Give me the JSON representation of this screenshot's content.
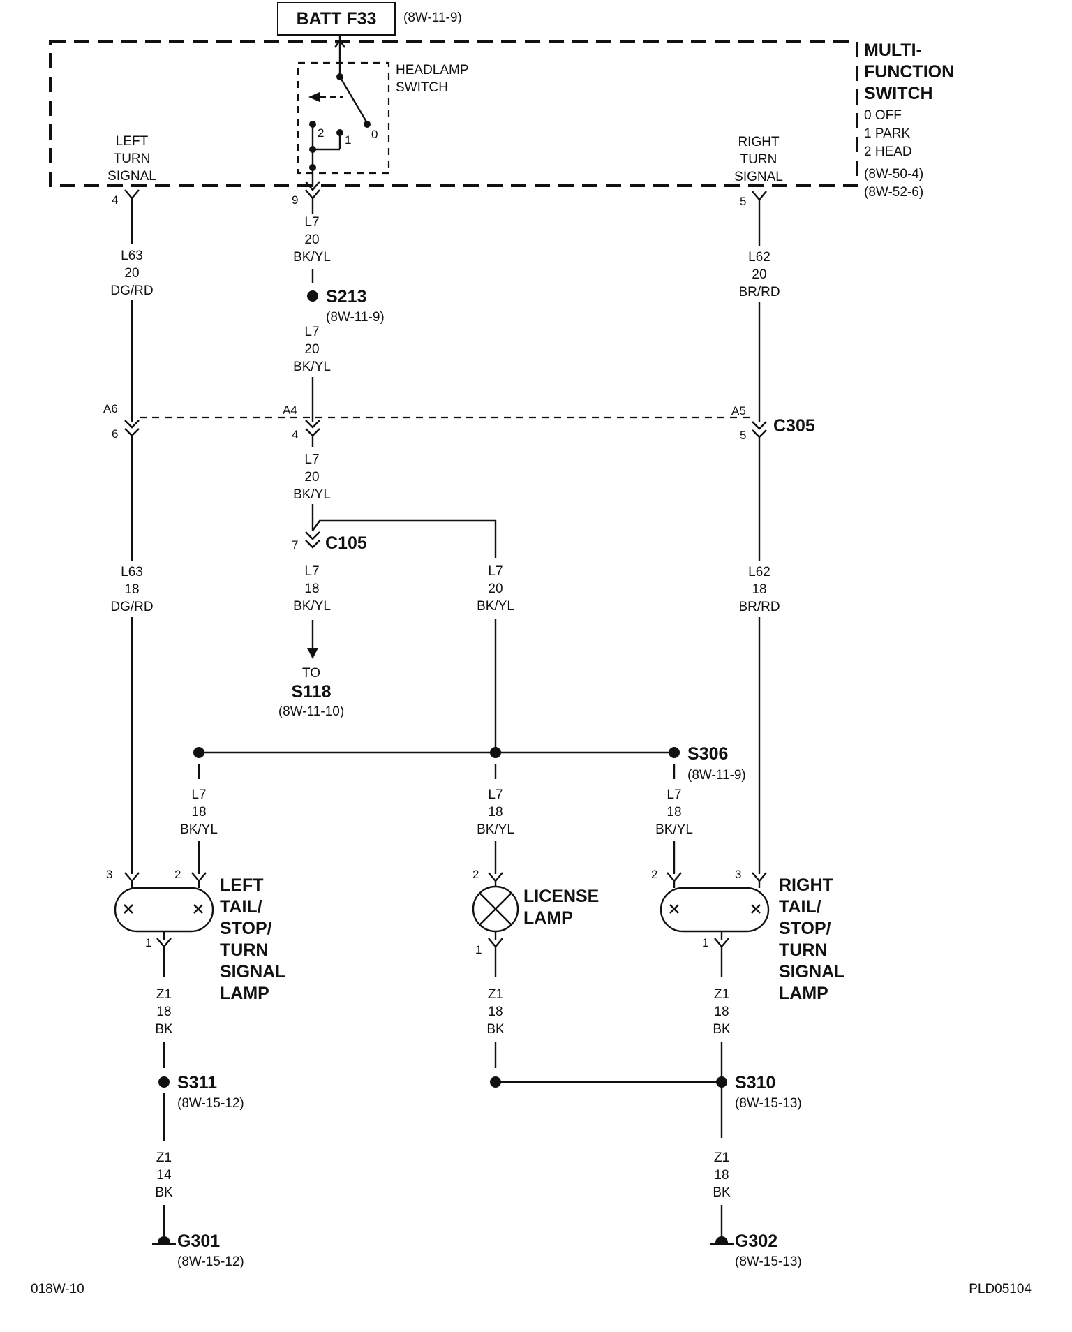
{
  "batt_fuse": {
    "label": "BATT F33",
    "ref": "(8W-11-9)"
  },
  "multifunction_switch": {
    "title_lines": [
      "MULTI-",
      "FUNCTION",
      "SWITCH"
    ],
    "positions": [
      "0 OFF",
      "1 PARK",
      "2 HEAD"
    ],
    "refs": [
      "(8W-50-4)",
      "(8W-52-6)"
    ]
  },
  "headlamp_switch": {
    "lines": [
      "HEADLAMP",
      "SWITCH"
    ],
    "pos0": "0",
    "pos1": "1",
    "pos2": "2"
  },
  "left_turn_signal": {
    "lines": [
      "LEFT",
      "TURN",
      "SIGNAL"
    ],
    "pin": "4"
  },
  "right_turn_signal": {
    "lines": [
      "RIGHT",
      "TURN",
      "SIGNAL"
    ],
    "pin": "5"
  },
  "headlamp_output_pin": "9",
  "wires": {
    "l7_20_top": [
      "L7",
      "20",
      "BK/YL"
    ],
    "l63_20": [
      "L63",
      "20",
      "DG/RD"
    ],
    "l62_20": [
      "L62",
      "20",
      "BR/RD"
    ],
    "l7_20_mid": [
      "L7",
      "20",
      "BK/YL"
    ],
    "l7_20_after_c305": [
      "L7",
      "20",
      "BK/YL"
    ],
    "l63_18": [
      "L63",
      "18",
      "DG/RD"
    ],
    "l7_18_to_s118": [
      "L7",
      "18",
      "BK/YL"
    ],
    "l7_20_branch": [
      "L7",
      "20",
      "BK/YL"
    ],
    "l62_18": [
      "L62",
      "18",
      "BR/RD"
    ],
    "l7_18_left": [
      "L7",
      "18",
      "BK/YL"
    ],
    "l7_18_center": [
      "L7",
      "18",
      "BK/YL"
    ],
    "l7_18_right": [
      "L7",
      "18",
      "BK/YL"
    ],
    "z1_18_left": [
      "Z1",
      "18",
      "BK"
    ],
    "z1_18_center": [
      "Z1",
      "18",
      "BK"
    ],
    "z1_18_right": [
      "Z1",
      "18",
      "BK"
    ],
    "z1_14_left": [
      "Z1",
      "14",
      "BK"
    ],
    "z1_18_right_lower": [
      "Z1",
      "18",
      "BK"
    ]
  },
  "splices": {
    "s213": {
      "label": "S213",
      "ref": "(8W-11-9)"
    },
    "s306": {
      "label": "S306",
      "ref": "(8W-11-9)"
    },
    "s311": {
      "label": "S311",
      "ref": "(8W-15-12)"
    },
    "s310": {
      "label": "S310",
      "ref": "(8W-15-13)"
    }
  },
  "connectors": {
    "c305": {
      "label": "C305",
      "pins_top": [
        "A6",
        "A4",
        "A5"
      ],
      "pins_bottom": [
        "6",
        "4",
        "5"
      ]
    },
    "c105": {
      "label": "C105",
      "pin": "7"
    }
  },
  "to_s118": {
    "to": "TO",
    "label": "S118",
    "ref": "(8W-11-10)"
  },
  "lamps": {
    "left": {
      "lines": [
        "LEFT",
        "TAIL/",
        "STOP/",
        "TURN",
        "SIGNAL",
        "LAMP"
      ],
      "pin_a": "3",
      "pin_b": "2",
      "pin_out": "1"
    },
    "license": {
      "lines": [
        "LICENSE",
        "LAMP"
      ],
      "pin_in": "2",
      "pin_out": "1"
    },
    "right": {
      "lines": [
        "RIGHT",
        "TAIL/",
        "STOP/",
        "TURN",
        "SIGNAL",
        "LAMP"
      ],
      "pin_a": "2",
      "pin_b": "3",
      "pin_out": "1"
    }
  },
  "grounds": {
    "g301": {
      "label": "G301",
      "ref": "(8W-15-12)"
    },
    "g302": {
      "label": "G302",
      "ref": "(8W-15-13)"
    }
  },
  "footer": {
    "left": "018W-10",
    "right": "PLD05104"
  }
}
